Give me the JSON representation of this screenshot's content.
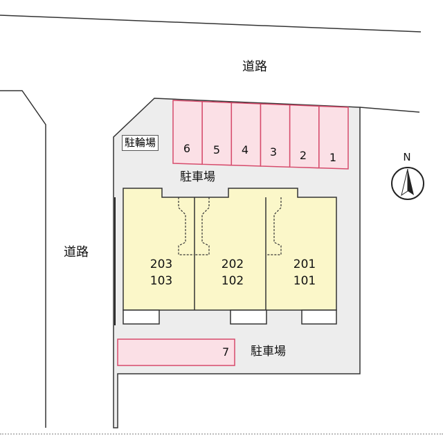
{
  "labels": {
    "road_top": "道路",
    "road_left": "道路",
    "bicycle_parking": "駐輪場",
    "parking_top": "駐車場",
    "parking_bottom": "駐車場"
  },
  "compass": {
    "letter": "N"
  },
  "parking_top_stalls": [
    "6",
    "5",
    "4",
    "3",
    "2",
    "1"
  ],
  "parking_bottom_stall": "7",
  "units": [
    {
      "upper": "203",
      "lower": "103"
    },
    {
      "upper": "202",
      "lower": "102"
    },
    {
      "upper": "201",
      "lower": "101"
    }
  ],
  "colors": {
    "lot": "#ededed",
    "building": "#fbf7c9",
    "parking_stall": "#fbe0e6",
    "stall_border": "#d64a6b",
    "line": "#222222"
  }
}
